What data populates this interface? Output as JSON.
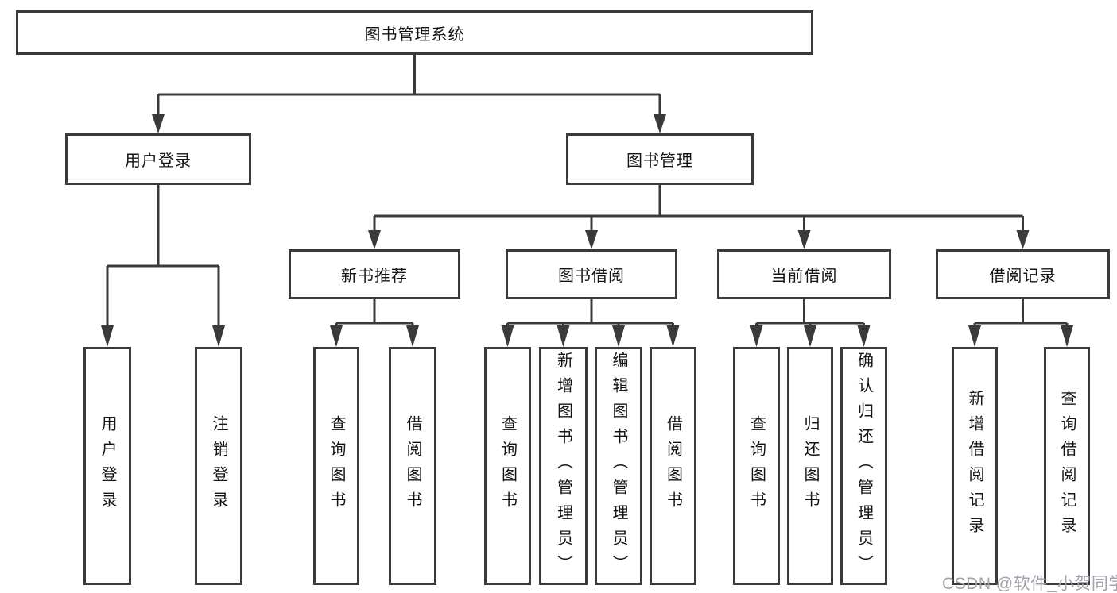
{
  "diagram": {
    "root": {
      "label": "图书管理系统"
    },
    "level2": [
      {
        "label": "用户登录"
      },
      {
        "label": "图书管理"
      }
    ],
    "level3": [
      {
        "label": "新书推荐"
      },
      {
        "label": "图书借阅"
      },
      {
        "label": "当前借阅"
      },
      {
        "label": "借阅记录"
      }
    ],
    "leaves": {
      "user_login": [
        {
          "label": "用户登录"
        },
        {
          "label": "注销登录"
        }
      ],
      "new_book_recommend": [
        {
          "label": "查询图书"
        },
        {
          "label": "借阅图书"
        }
      ],
      "book_borrow": [
        {
          "label": "查询图书"
        },
        {
          "label": "新增图书（管理员）"
        },
        {
          "label": "编辑图书（管理员）"
        },
        {
          "label": "借阅图书"
        }
      ],
      "current_borrow": [
        {
          "label": "查询图书"
        },
        {
          "label": "归还图书"
        },
        {
          "label": "确认归还（管理员）"
        }
      ],
      "borrow_record": [
        {
          "label": "新增借阅记录"
        },
        {
          "label": "查询借阅记录"
        }
      ]
    },
    "colors": {
      "line": "#3a3a3a",
      "text": "#141414",
      "box_background": "#ffffff",
      "watermark": "#9fa3ac"
    }
  },
  "watermark": {
    "text": "CSDN @软件_小贺同学"
  }
}
